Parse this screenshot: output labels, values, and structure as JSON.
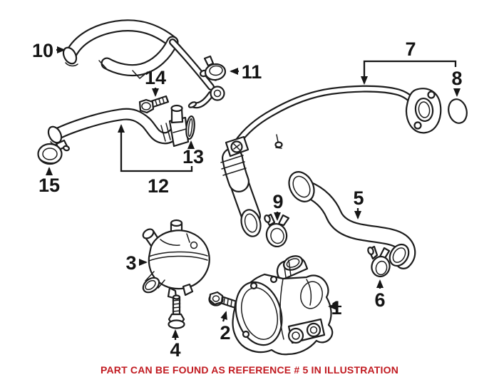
{
  "diagram": {
    "footer_note": "PART CAN BE FOUND AS REFERENCE # 5 IN ILLUSTRATION",
    "callouts": [
      {
        "number": "1",
        "part": "electric-water-pump"
      },
      {
        "number": "2",
        "part": "bolt"
      },
      {
        "number": "3",
        "part": "thermostat-housing"
      },
      {
        "number": "4",
        "part": "bolt"
      },
      {
        "number": "5",
        "part": "coolant-hose"
      },
      {
        "number": "6",
        "part": "hose-clamp"
      },
      {
        "number": "7",
        "part": "coolant-pipe"
      },
      {
        "number": "8",
        "part": "seal-ring"
      },
      {
        "number": "9",
        "part": "hose-clamp"
      },
      {
        "number": "10",
        "part": "coolant-hose"
      },
      {
        "number": "11",
        "part": "hose-clamp"
      },
      {
        "number": "12",
        "part": "coolant-hose"
      },
      {
        "number": "13",
        "part": "o-ring"
      },
      {
        "number": "14",
        "part": "bolt"
      },
      {
        "number": "15",
        "part": "hose-clamp"
      }
    ],
    "colors": {
      "line": "#1c1c1c",
      "background": "#ffffff",
      "note_red": "#c11a20"
    }
  }
}
